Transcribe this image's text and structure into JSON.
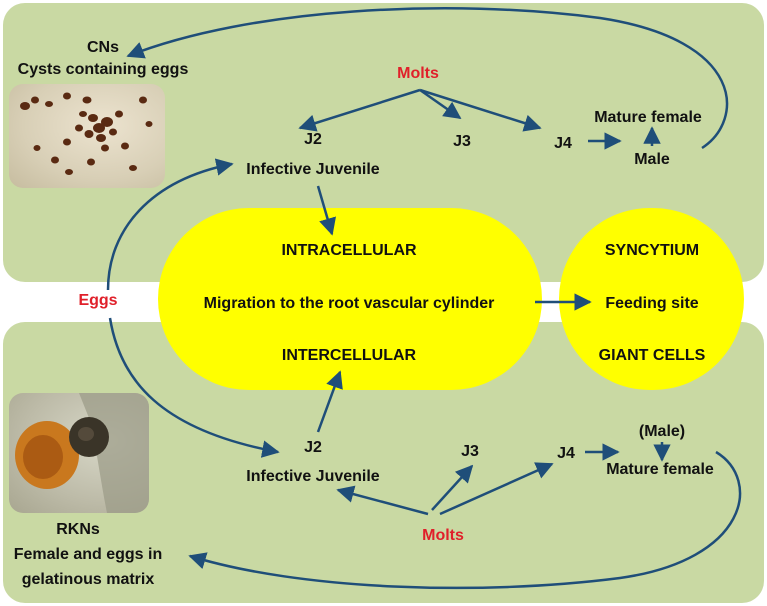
{
  "colors": {
    "panel": "#c9d9a3",
    "pill": "#ffff00",
    "arrow": "#1f4e79",
    "accent_red": "#e0202a"
  },
  "top": {
    "cn_title": "CNs",
    "cn_subtitle": "Cysts containing eggs",
    "molts": "Molts",
    "j2": "J2",
    "infective_juvenile": "Infective Juvenile",
    "j3": "J3",
    "j4": "J4",
    "mature_female": "Mature female",
    "male": "Male"
  },
  "middle": {
    "eggs": "Eggs",
    "intracellular": "INTRACELLULAR",
    "migration": "Migration  to the root vascular cylinder",
    "intercellular": "INTERCELLULAR",
    "syncytium": "SYNCYTIUM",
    "feeding_site": "Feeding site",
    "giant_cells": "GIANT CELLS"
  },
  "bottom": {
    "j2": "J2",
    "infective_juvenile": "Infective Juvenile",
    "j3": "J3",
    "j4": "J4",
    "male": "(Male)",
    "mature_female": "Mature female",
    "molts": "Molts",
    "rkn_title": "RKNs",
    "rkn_line1": "Female and eggs in",
    "rkn_line2": "gelatinous matrix"
  },
  "icons": {
    "cyst_photo": "cyst-photo",
    "rkn_photo": "rkn-photo"
  }
}
